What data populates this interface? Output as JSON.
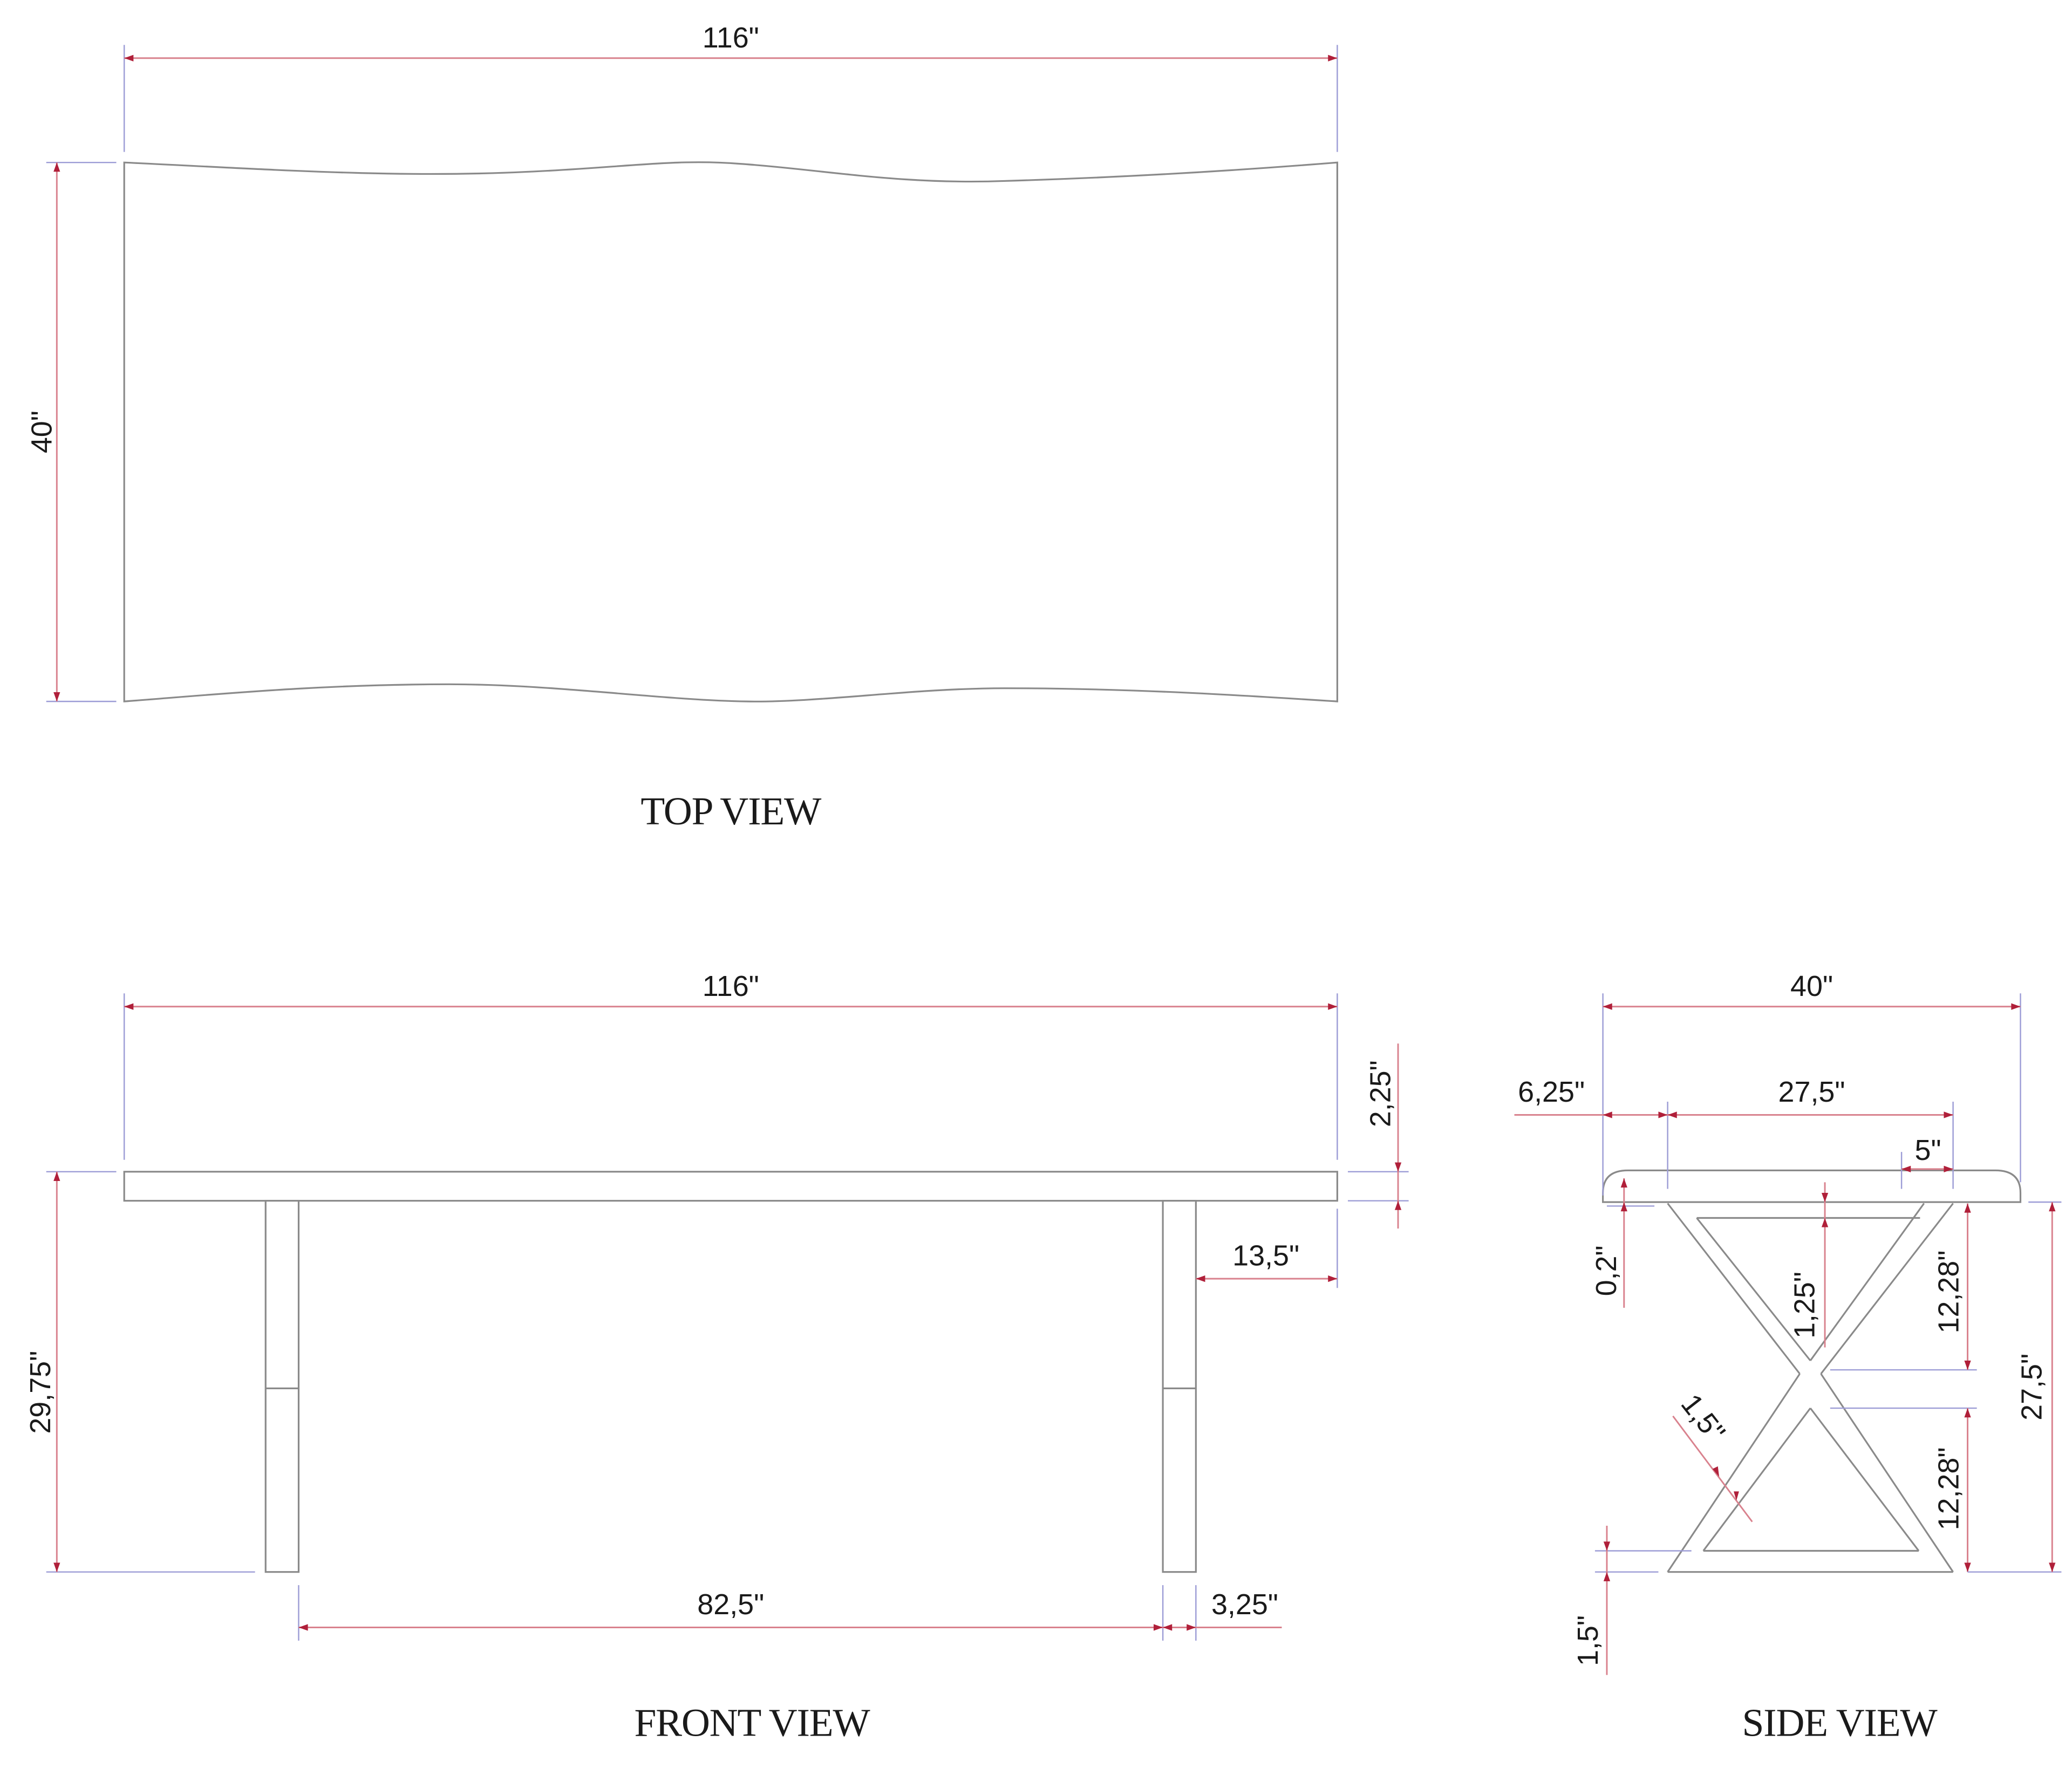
{
  "drawing": {
    "units": "inches",
    "views": {
      "top": {
        "title": "TOP VIEW",
        "dimensions": {
          "length": "116\"",
          "width": "40\""
        }
      },
      "front": {
        "title": "FRONT VIEW",
        "dimensions": {
          "length": "116\"",
          "top_thickness": "2,25\"",
          "height": "29,75\"",
          "leg_overhang": "13,5\"",
          "leg_span": "82,5\"",
          "leg_width": "3,25\""
        }
      },
      "side": {
        "title": "SIDE VIEW",
        "dimensions": {
          "width": "40\"",
          "overhang": "6,25\"",
          "base_width": "27,5\"",
          "foot_width": "5\"",
          "gap": "0,2\"",
          "crossbar": "1,25\"",
          "upper_height": "12,28\"",
          "lower_height": "12,28\"",
          "frame_height": "27,5\"",
          "bar_thickness": "1,5\"",
          "base_bar": "1,5\""
        }
      }
    },
    "colors": {
      "outline": "#8a8a8a",
      "extension_line": "#9d9dd6",
      "dimension_line": "#d9828e",
      "arrowhead": "#b0203a",
      "text": "#1a1a1a"
    }
  }
}
